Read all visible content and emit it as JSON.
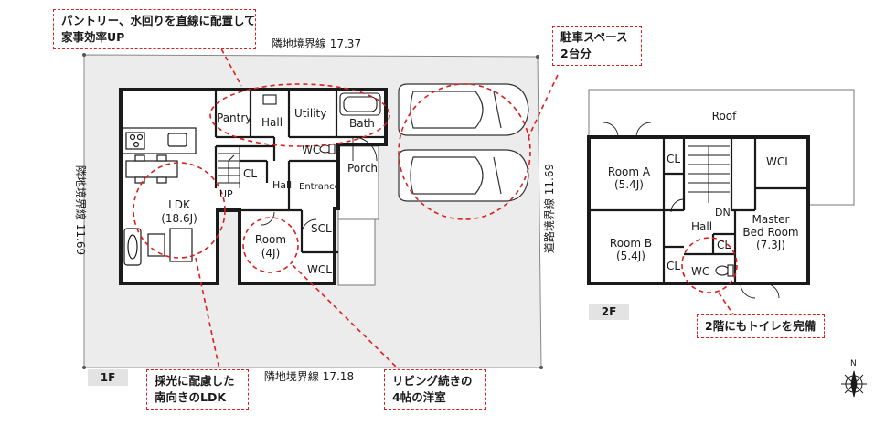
{
  "floor1": {
    "tag": "1F",
    "boundary_top": "隣地境界線 17.37",
    "boundary_bottom": "隣地境界線 17.18",
    "boundary_left": "隣地境界線 11.69",
    "rooms": {
      "pantry": "Pantry",
      "hall_top": "Hall",
      "utility": "Utility",
      "bath": "Bath",
      "wc": "WC",
      "porch": "Porch",
      "cl": "CL",
      "up": "UP",
      "hall_mid": "Hall",
      "entrance": "Entrance",
      "ldk": "LDK",
      "ldk_size": "(18.6J)",
      "room": "Room",
      "room_size": "(4J)",
      "scl": "SCL",
      "wcl": "WCL"
    }
  },
  "floor2": {
    "tag": "2F",
    "boundary_right": "道路境界線 11.69",
    "rooms": {
      "roof": "Roof",
      "room_a": "Room A",
      "room_a_size": "(5.4J)",
      "cl_a": "CL",
      "wcl": "WCL",
      "room_b": "Room B",
      "room_b_size": "(5.4J)",
      "cl_b": "CL",
      "dn": "DN",
      "hall": "Hall",
      "master": "Master",
      "master2": "Bed Room",
      "master_size": "(7.3J)",
      "cl_h": "CL",
      "wc": "WC"
    }
  },
  "annotations": {
    "kitchen_line1": "パントリー、水回りを直線に配置して",
    "kitchen_line2": "家事効率UP",
    "parking_line1": "駐車スペース",
    "parking_line2": "2台分",
    "toilet": "2階にもトイレを完備",
    "ldk_line1": "採光に配慮した",
    "ldk_line2": "南向きのLDK",
    "room_line1": "リビング続きの",
    "room_line2": "4帖の洋室"
  },
  "compass": {
    "north": "N"
  },
  "colors": {
    "site": "#ececec",
    "wall": "#1a1a1a",
    "annotation": "#d92020",
    "tag": "#e3e3e3"
  }
}
